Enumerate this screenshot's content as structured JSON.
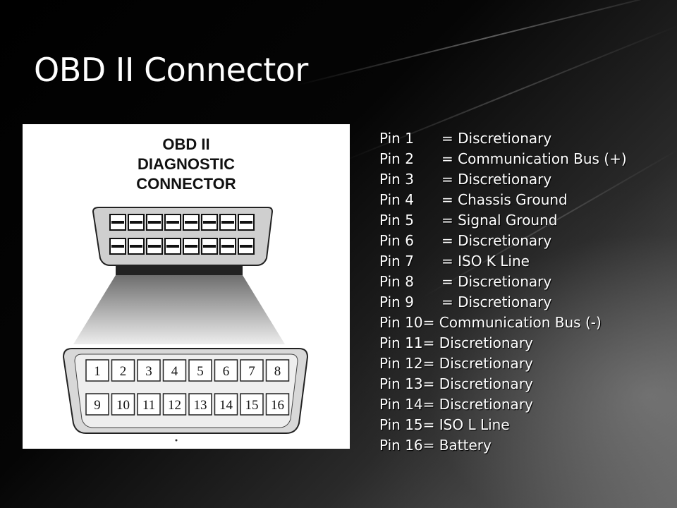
{
  "slide": {
    "title": "OBD II Connector"
  },
  "figure": {
    "heading_lines": [
      "OBD II",
      "DIAGNOSTIC",
      "CONNECTOR"
    ],
    "top_row_numbers": [
      "1",
      "2",
      "3",
      "4",
      "5",
      "6",
      "7",
      "8"
    ],
    "bottom_row_numbers": [
      "9",
      "10",
      "11",
      "12",
      "13",
      "14",
      "15",
      "16"
    ]
  },
  "pins": [
    {
      "label": "Pin 1",
      "desc": "= Discretionary"
    },
    {
      "label": "Pin 2",
      "desc": "= Communication Bus (+)"
    },
    {
      "label": "Pin 3",
      "desc": "= Discretionary"
    },
    {
      "label": "Pin 4",
      "desc": "= Chassis Ground"
    },
    {
      "label": "Pin 5",
      "desc": "= Signal Ground"
    },
    {
      "label": "Pin 6",
      "desc": "= Discretionary"
    },
    {
      "label": "Pin 7",
      "desc": "= ISO K Line"
    },
    {
      "label": "Pin 8",
      "desc": "= Discretionary"
    },
    {
      "label": "Pin 9",
      "desc": "= Discretionary"
    },
    {
      "label": "Pin 10",
      "desc": "= Communication Bus (-)"
    },
    {
      "label": "Pin 11",
      "desc": "= Discretionary"
    },
    {
      "label": "Pin 12",
      "desc": "= Discretionary"
    },
    {
      "label": "Pin 13",
      "desc": "= Discretionary"
    },
    {
      "label": "Pin 14",
      "desc": "= Discretionary"
    },
    {
      "label": "Pin 15",
      "desc": "= ISO L Line"
    },
    {
      "label": "Pin 16",
      "desc": "= Battery"
    }
  ]
}
